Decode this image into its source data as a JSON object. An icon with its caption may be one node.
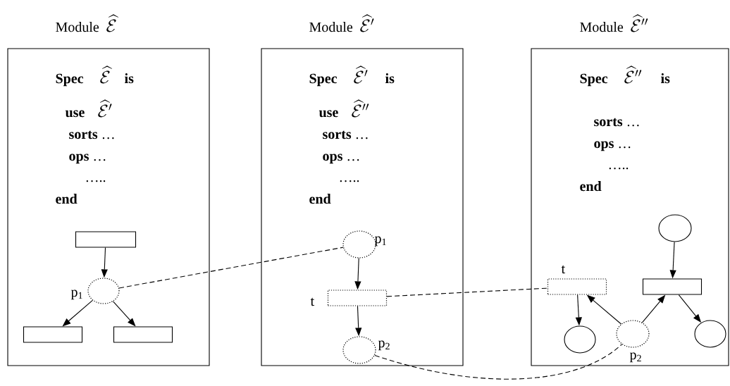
{
  "diagram": {
    "nodes": [
      {
        "text": [
          "Module",
          "\\widehat{\\mathcal{E}}",
          "Spec",
          "\\widehat{\\mathcal{E}}",
          "is",
          "use",
          "\\widehat{\\mathcal{E}}'",
          "**sorts** …",
          "**ops** …",
          "…..",
          "end"
        ]
      },
      {
        "text": [],
        "shape": "box",
        "in": 0
      },
      {
        "text": [],
        "shape": "circle",
        "in": 0,
        "beside": [
          "p$_{1}$"
        ]
      },
      {
        "text": [],
        "shape": "box",
        "in": 0
      },
      {
        "text": [],
        "shape": "box",
        "in": 0
      },
      {
        "text": [
          "Module",
          "\\widehat{\\mathcal{E}}'",
          "Spec",
          "\\widehat{\\mathcal{E}}'",
          "is",
          "use",
          "\\widehat{\\mathcal{E}}''",
          "**sorts** …",
          "**ops** …",
          "…..",
          "end"
        ]
      },
      {
        "text": [],
        "shape": "circle",
        "in": 5,
        "beside": [
          "p$_{1}$"
        ]
      },
      {
        "text": [],
        "shape": "box",
        "in": 5,
        "beside": [
          "t"
        ]
      },
      {
        "text": [],
        "shape": "circle",
        "in": 5,
        "beside": [
          "p$_{2}$"
        ]
      },
      {
        "text": [
          "Module",
          "\\widehat{\\mathcal{E}}''",
          "Spec",
          "\\widehat{\\mathcal{E}}''",
          "is",
          "**sorts** …",
          "**ops** …",
          "…..",
          "end"
        ]
      },
      {
        "text": [],
        "shape": "circle",
        "in": 9
      },
      {
        "text": [],
        "shape": "box",
        "in": 9,
        "beside": [
          "t"
        ]
      },
      {
        "text": [],
        "shape": "box",
        "in": 9
      },
      {
        "text": [],
        "shape": "circle",
        "in": 9
      },
      {
        "text": [],
        "shape": "circle",
        "in": 9,
        "beside": [
          "p$_{2}$"
        ]
      },
      {
        "text": [],
        "shape": "circle",
        "in": 9
      }
    ],
    "edges": [
      {
        "from": 1,
        "to": 2,
        "arrow": "to"
      },
      {
        "from": 2,
        "to": 3,
        "arrow": "to"
      },
      {
        "from": 2,
        "to": 4,
        "arrow": "to"
      },
      {
        "from": 2,
        "to": 6,
        "arrow": "none",
        "style": "dashed"
      },
      {
        "from": 6,
        "to": 7,
        "arrow": "to"
      },
      {
        "from": 7,
        "to": 8,
        "arrow": "to"
      },
      {
        "from": 7,
        "to": 11,
        "arrow": "none",
        "style": "dashed"
      },
      {
        "from": 8,
        "to": 14,
        "arrow": "none",
        "style": "dashed"
      },
      {
        "from": 10,
        "to": 12,
        "arrow": "to"
      },
      {
        "from": 11,
        "to": 13,
        "arrow": "to"
      },
      {
        "from": 14,
        "to": 11,
        "arrow": "to"
      },
      {
        "from": 14,
        "to": 12,
        "arrow": "to"
      },
      {
        "from": 12,
        "to": 15,
        "arrow": "to"
      }
    ]
  }
}
